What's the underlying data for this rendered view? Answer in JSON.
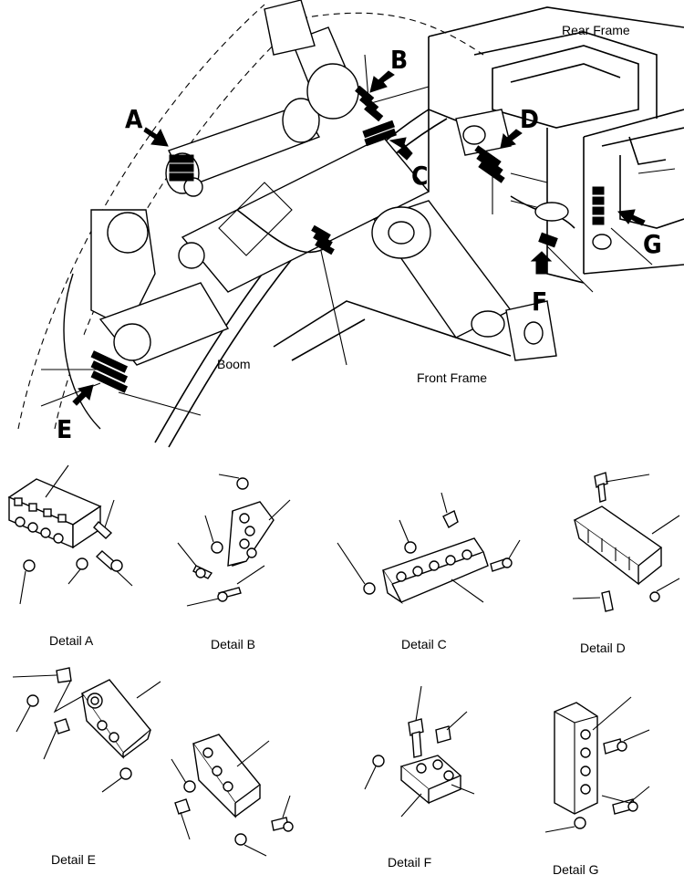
{
  "labels": {
    "rear_frame": "Rear Frame",
    "boom": "Boom",
    "front_frame": "Front Frame"
  },
  "callouts": {
    "a": "A",
    "b": "B",
    "c": "C",
    "d": "D",
    "e": "E",
    "f": "F",
    "g": "G"
  },
  "details": {
    "a": "Detail A",
    "b": "Detail B",
    "c": "Detail C",
    "d": "Detail D",
    "e": "Detail E",
    "f": "Detail F",
    "g": "Detail G"
  }
}
